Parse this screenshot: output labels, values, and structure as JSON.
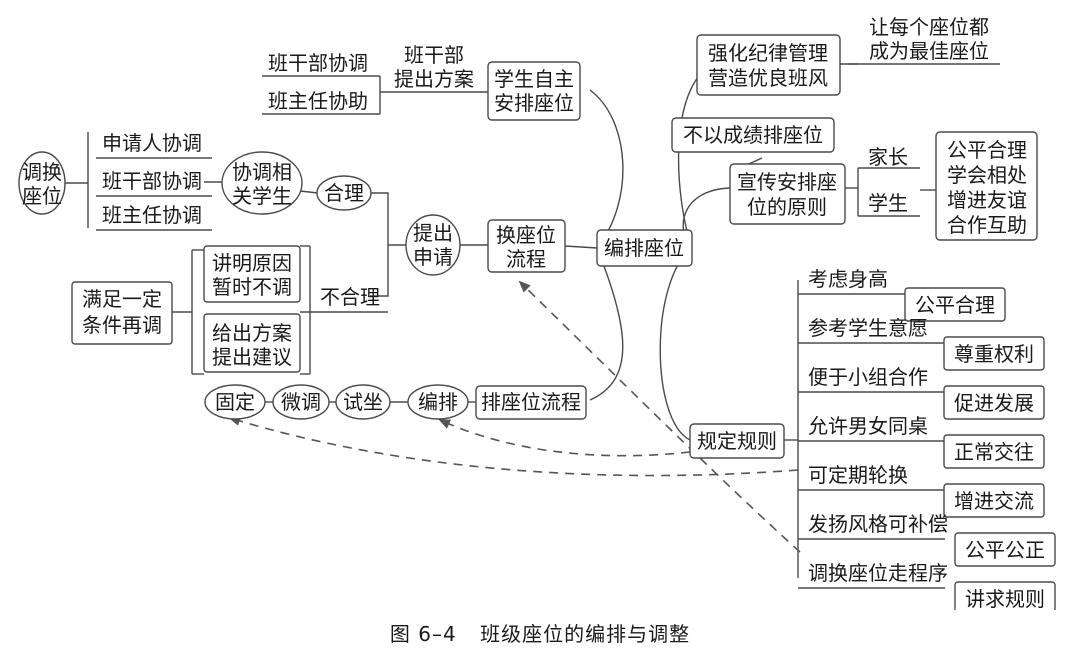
{
  "nodes": {
    "center": "编排座位",
    "flow_swap": [
      "换座位",
      "流程"
    ],
    "submit_request": [
      "提出",
      "申请"
    ],
    "reasonable": "合理",
    "coordinate_students": [
      "协调相",
      "关学生"
    ],
    "swap_seat": [
      "调换",
      "座位"
    ],
    "applicant_coord": "申请人协调",
    "committee_coord": "班干部协调",
    "teacher_coord": "班主任协调",
    "unreasonable": "不合理",
    "explain_reason": [
      "讲明原因",
      "暂时不调"
    ],
    "give_plan": [
      "给出方案",
      "提出建议"
    ],
    "conditions_adjust": [
      "满足一定",
      "条件再调"
    ],
    "self_arrange": [
      "学生自主",
      "安排座位"
    ],
    "committee_plan": [
      "班干部",
      "提出方案"
    ],
    "committee_coord2": "班干部协调",
    "teacher_assist": "班主任协助",
    "discipline": [
      "强化纪律管理",
      "营造优良班风"
    ],
    "best_seat": [
      "让每个座位都",
      "成为最佳座位"
    ],
    "not_by_grade": "不以成绩排座位",
    "publicize": [
      "宣传安排座",
      "位的原则"
    ],
    "parents": "家长",
    "students": "学生",
    "principles": [
      "公平合理",
      "学会相处",
      "增进友谊",
      "合作互助"
    ],
    "seating_flow": "排座位流程",
    "flow_steps": [
      "编排",
      "试坐",
      "微调",
      "固定"
    ],
    "rules": "规定规则",
    "rule_items": [
      {
        "rule": "考虑身高",
        "value": "公平合理"
      },
      {
        "rule": "参考学生意愿",
        "value": "尊重权利"
      },
      {
        "rule": "便于小组合作",
        "value": "促进发展"
      },
      {
        "rule": "允许男女同桌",
        "value": "正常交往"
      },
      {
        "rule": "可定期轮换",
        "value": "增进交流"
      },
      {
        "rule": "发扬风格可补偿",
        "value": "公平公正"
      },
      {
        "rule": "调换座位走程序",
        "value": "讲求规则"
      }
    ]
  },
  "caption": {
    "number": "图 6–4",
    "title": "班级座位的编排与调整"
  },
  "colors": {
    "line": "#4a4a4a",
    "dashed": "#555555",
    "text": "#1a1a1a"
  }
}
